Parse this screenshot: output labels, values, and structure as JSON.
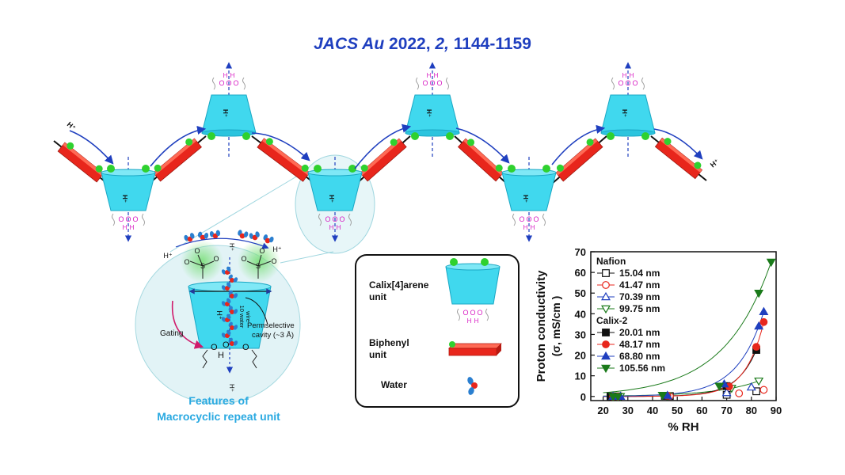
{
  "citation": {
    "journal": "JACS Au",
    "year": "2022,",
    "volume": "2,",
    "pages": "1144-1159"
  },
  "chain": {
    "proton_label": "H⁺",
    "cavity_proton_label": "H⁺",
    "water_o": "O",
    "water_h": "H",
    "colors": {
      "cone": "#40d8ee",
      "biphenyl": "#e8261c",
      "arrow": "#1f3fbf",
      "sphere": "#2fd12f"
    }
  },
  "features": {
    "title_line1": "Features of",
    "title_line2": "Macrocyclic repeat unit",
    "gating": "Gating",
    "perm_line1": "Permselective",
    "perm_line2": "cavity (~3 Å)",
    "wire_line1": "10 water",
    "wire_line2": "wire",
    "proton": "H⁺",
    "sulfonate_s": "S",
    "sulfonate_o": "O",
    "water_o": "O",
    "water_h": "H"
  },
  "legend": {
    "calix_line1": "Calix[4]arene",
    "calix_line2": "unit",
    "biphenyl_line1": "Biphenyl",
    "biphenyl_line2": "unit",
    "water": "Water"
  },
  "chart_data": {
    "type": "scatter",
    "ylabel_line1": "Proton conductivity",
    "ylabel_line2": "(σ, mS/cm )",
    "xlabel": "% RH",
    "xlim": [
      15,
      90
    ],
    "ylim": [
      -2,
      70
    ],
    "xticks": [
      20,
      30,
      40,
      50,
      60,
      70,
      80,
      90
    ],
    "yticks": [
      0,
      10,
      20,
      30,
      40,
      50,
      60,
      70
    ],
    "legend_position": "top-left",
    "groups": [
      {
        "name": "Nafion",
        "series_idx": [
          0,
          1,
          2,
          3
        ]
      },
      {
        "name": "Calix-2",
        "series_idx": [
          4,
          5,
          6,
          7
        ]
      }
    ],
    "series": [
      {
        "name": "15.04 nm",
        "marker": "square",
        "filled": false,
        "color": "#111111",
        "x": [
          23,
          26,
          47,
          70,
          82
        ],
        "y": [
          0,
          0,
          0.2,
          0.8,
          2.5
        ]
      },
      {
        "name": "41.47 nm",
        "marker": "circle",
        "filled": false,
        "color": "#e8261c",
        "x": [
          24,
          26,
          47,
          75,
          85
        ],
        "y": [
          0,
          0,
          0.2,
          1.5,
          3.2
        ]
      },
      {
        "name": "70.39 nm",
        "marker": "triangle-up",
        "filled": false,
        "color": "#1f3fbf",
        "x": [
          24,
          27,
          46,
          70,
          80
        ],
        "y": [
          0,
          0,
          0.2,
          1.8,
          4.5
        ]
      },
      {
        "name": "99.75 nm",
        "marker": "triangle-down",
        "filled": false,
        "color": "#1a7a1a",
        "x": [
          25,
          27,
          46,
          72,
          83
        ],
        "y": [
          0,
          0,
          0.3,
          4,
          7.5
        ]
      },
      {
        "name": "20.01 nm",
        "marker": "square",
        "filled": true,
        "color": "#111111",
        "x": [
          23,
          26,
          45,
          70,
          82
        ],
        "y": [
          0,
          0,
          0.3,
          5,
          22.5
        ]
      },
      {
        "name": "48.17 nm",
        "marker": "circle",
        "filled": true,
        "color": "#e8261c",
        "x": [
          24,
          26,
          46,
          71,
          82,
          85
        ],
        "y": [
          0,
          0,
          0.4,
          4.8,
          24,
          36
        ]
      },
      {
        "name": "68.80 nm",
        "marker": "triangle-up",
        "filled": true,
        "color": "#1f3fbf",
        "x": [
          24,
          27,
          46,
          69,
          83,
          85
        ],
        "y": [
          0,
          0,
          0.5,
          6,
          34,
          41
        ]
      },
      {
        "name": "105.56 nm",
        "marker": "triangle-down",
        "filled": true,
        "color": "#1a7a1a",
        "x": [
          24,
          26,
          44,
          67,
          83,
          88
        ],
        "y": [
          0,
          0,
          0.6,
          5,
          50,
          65
        ]
      }
    ],
    "fit_series_idx": [
      3,
      4,
      5,
      6,
      7
    ]
  }
}
